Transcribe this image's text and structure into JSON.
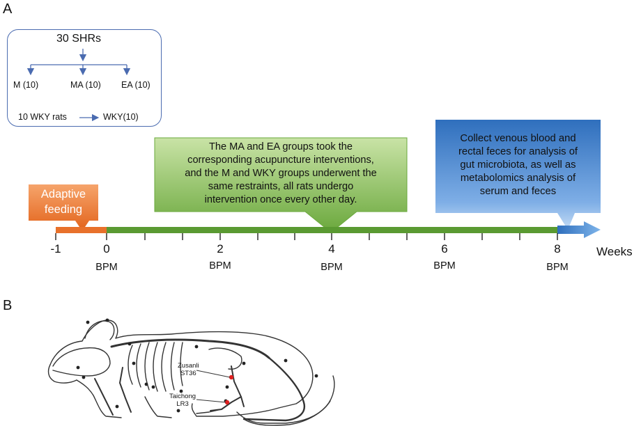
{
  "panels": {
    "a": "A",
    "b": "B"
  },
  "groups": {
    "top": "30 SHRs",
    "m": "M (10)",
    "ma": "MA (10)",
    "ea": "EA (10)",
    "wky_from": "10 WKY rats",
    "wky_to": "WKY(10)"
  },
  "adaptive": {
    "line1": "Adaptive",
    "line2": "feeding"
  },
  "intervention": {
    "lines": [
      "The MA and EA groups took the",
      "corresponding acupuncture interventions,",
      "and the M and WKY groups underwent the",
      "same restraints, all rats undergo",
      "intervention once every other day."
    ]
  },
  "collect": {
    "lines": [
      "Collect venous blood and",
      "rectal feces for analysis of",
      "gut microbiota, as well as",
      "metabolomics analysis of",
      "serum and feces"
    ]
  },
  "timeline": {
    "ticks": [
      "-1",
      "0",
      "2",
      "4",
      "6",
      "8"
    ],
    "unit": "Weeks",
    "bpm": "BPM"
  },
  "acupoints": {
    "zusanli": {
      "name": "Zusanli",
      "code": "ST36"
    },
    "taichong": {
      "name": "Taichong",
      "code": "LR3"
    }
  },
  "colors": {
    "green": "#5a9a32",
    "green_light": "#b8d98e",
    "orange": "#e8712b",
    "blue": "#3d7fc6",
    "blue_light": "#a9c8ee",
    "acupoint": "#e02020"
  }
}
